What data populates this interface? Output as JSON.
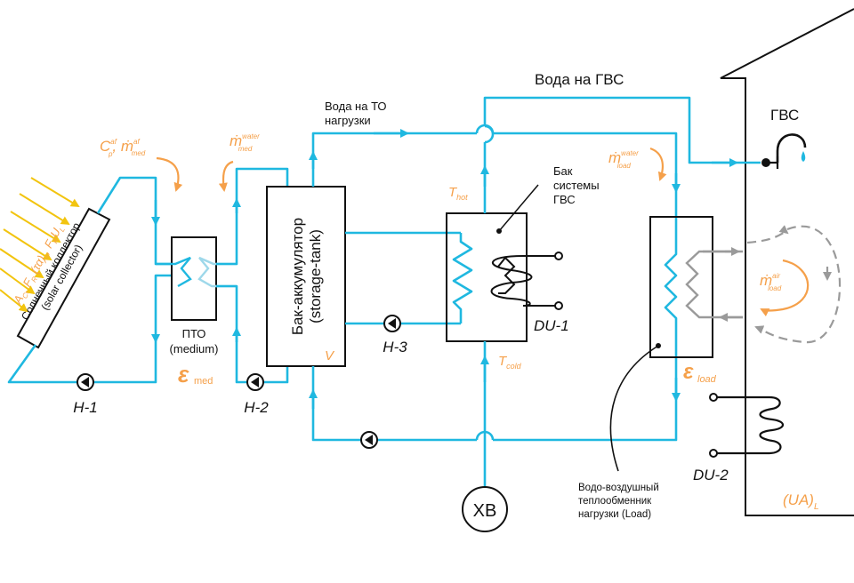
{
  "labels": {
    "collector_ru": "Солнечный коллектор",
    "collector_en": "(solar collector)",
    "collector_params": "A",
    "pto": "ПТО",
    "pto_medium": "(medium)",
    "eps_med": "ε",
    "eps_med_sub": "med",
    "h1": "H-1",
    "h2": "H-2",
    "h3": "H-3",
    "tank_ru": "Бак-аккумулятор",
    "tank_en": "(storage-tank)",
    "tank_v": "V",
    "water_to_load_1": "Вода на ТО",
    "water_to_load_2": "нагрузки",
    "water_dhw": "Вода на ГВС",
    "dhw_tank_1": "Бак",
    "dhw_tank_2": "системы",
    "dhw_tank_3": "ГВС",
    "t_hot": "T",
    "t_hot_sub": "hot",
    "t_cold": "T",
    "t_cold_sub": "cold",
    "du1": "DU-1",
    "du2": "DU-2",
    "xv": "ХВ",
    "gvs": "ГВС",
    "eps_load": "ε",
    "eps_load_sub": "load",
    "load_hx_1": "Водо-воздушный",
    "load_hx_2": "теплообменник",
    "load_hx_3": "нагрузки (Load)",
    "ua": "(UA)",
    "ua_sub": "L",
    "m_water_med": "ṁ",
    "m_water_med_sup": "water",
    "m_water_med_sub": "med",
    "m_water_load": "ṁ",
    "m_water_load_sup": "water",
    "m_water_load_sub": "load",
    "m_air_load": "ṁ",
    "m_air_load_sup": "air",
    "m_air_load_sub": "load",
    "cp_af": "C",
    "cp_af_sup": "af",
    "cp_af_sub": "p",
    "m_af": "ṁ",
    "m_af_sup": "af",
    "m_af_sub": "med"
  },
  "colors": {
    "pipe": "#1fb8e0",
    "annotation": "#f5a04a",
    "air": "#9a9a9a",
    "line": "#111111",
    "sun": "#f2c40f"
  }
}
